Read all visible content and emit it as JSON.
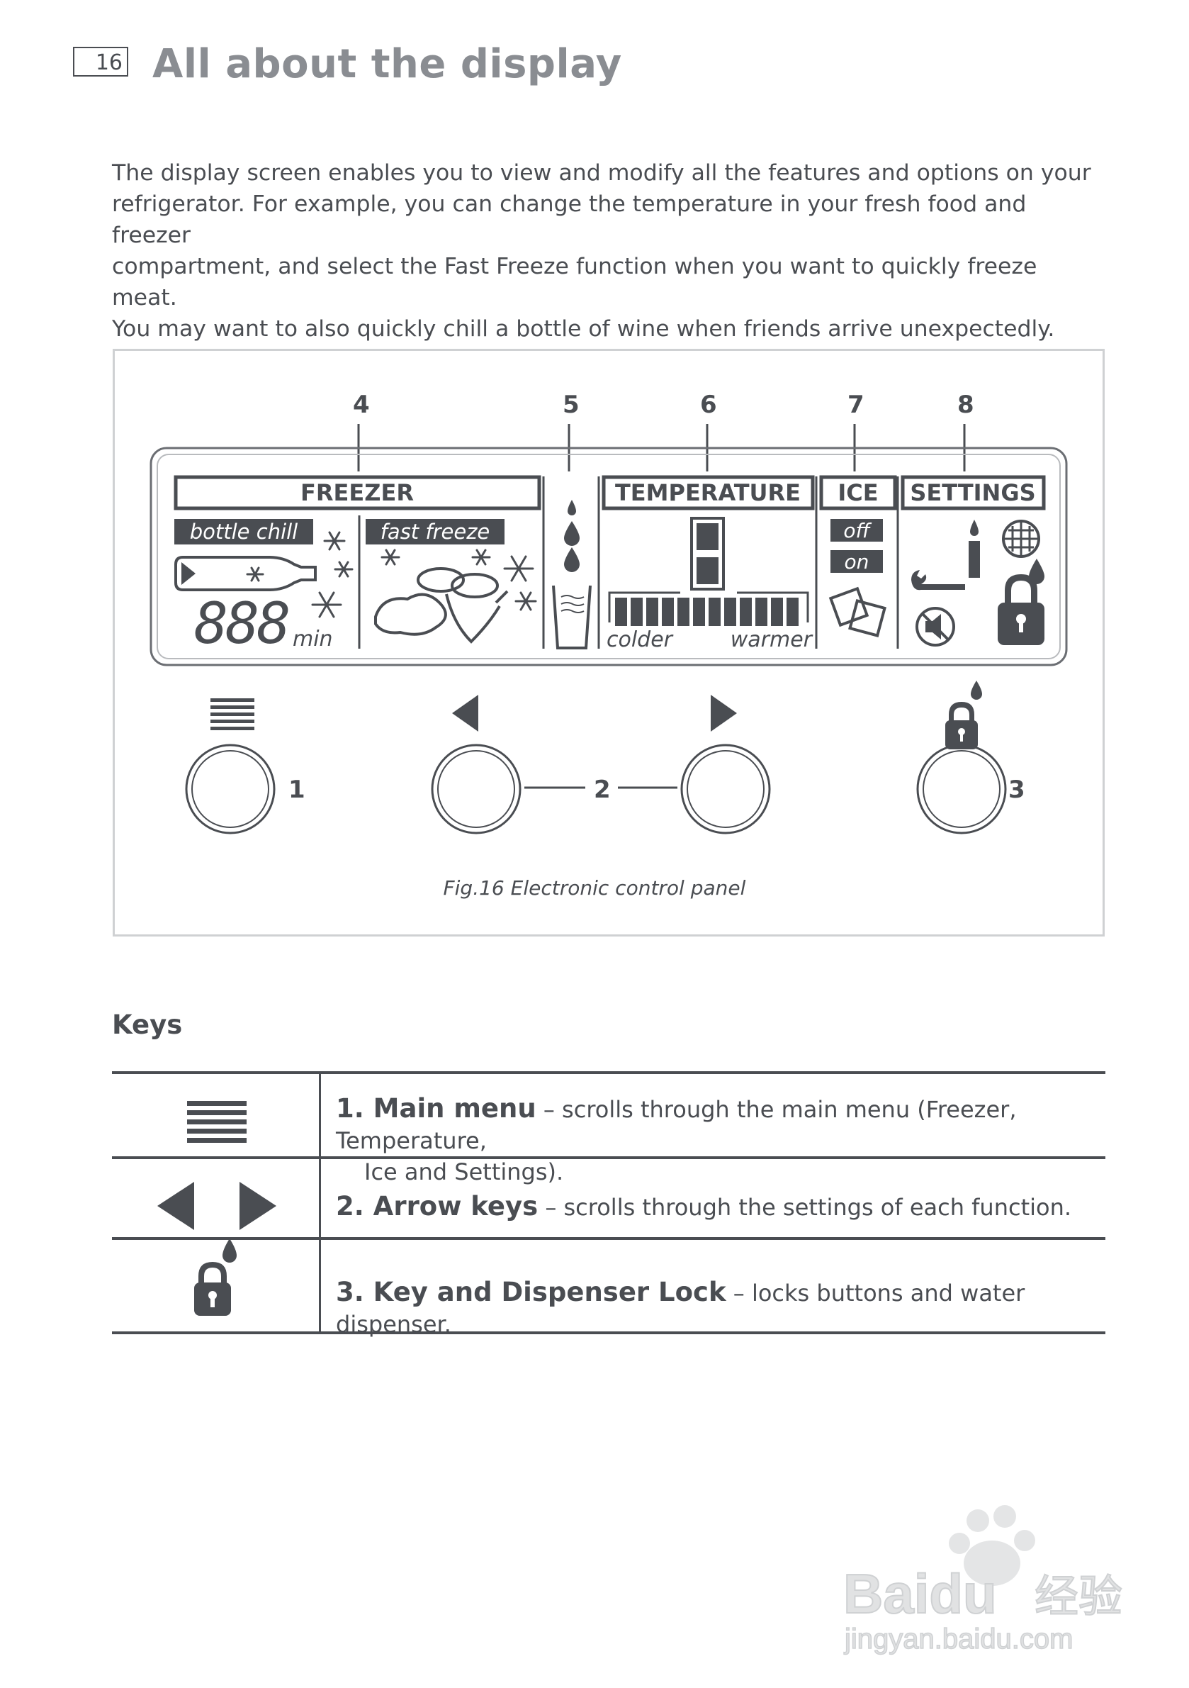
{
  "header": {
    "page_number": "16",
    "title": "All about the display"
  },
  "intro": {
    "lines": [
      "The display screen enables you to view and modify all the features and options on your",
      "refrigerator. For example, you can change the temperature in your fresh food and freezer",
      "compartment, and select the Fast Freeze function when you want to quickly freeze meat.",
      "You may want to also quickly chill a bottle of wine when friends arrive unexpectedly."
    ]
  },
  "panel": {
    "callouts": [
      "4",
      "5",
      "6",
      "7",
      "8"
    ],
    "sections": {
      "freezer": "FREEZER",
      "temperature": "TEMPERATURE",
      "ice": "ICE",
      "settings": "SETTINGS"
    },
    "labels": {
      "bottle_chill": "bottle chill",
      "fast_freeze": "fast freeze",
      "digits": "888",
      "min": "min",
      "colder": "colder",
      "warmer": "warmer",
      "off": "off",
      "on": "on"
    },
    "button_numbers": {
      "menu": "1",
      "arrows": "2",
      "lock": "3"
    },
    "caption": "Fig.16 Electronic control panel"
  },
  "keys": {
    "heading": "Keys",
    "rows": [
      {
        "icon": "menu-lines-icon",
        "title": "1. Main menu",
        "description": " – scrolls through the main menu (Freezer, Temperature,",
        "description_2": "Ice and Settings)."
      },
      {
        "icon": "arrow-keys-icon",
        "title": "2. Arrow keys",
        "description": " – scrolls through the settings of each function."
      },
      {
        "icon": "lock-drop-icon",
        "title": "3. Key and Dispenser Lock",
        "description": " – locks buttons and water dispenser."
      }
    ]
  },
  "watermark": {
    "brand": "Baidu",
    "service": "经验",
    "url": "jingyan.baidu.com"
  },
  "colors": {
    "text": "#4a4d52",
    "title": "#8a8d92",
    "frame": "#cfd1d3"
  }
}
